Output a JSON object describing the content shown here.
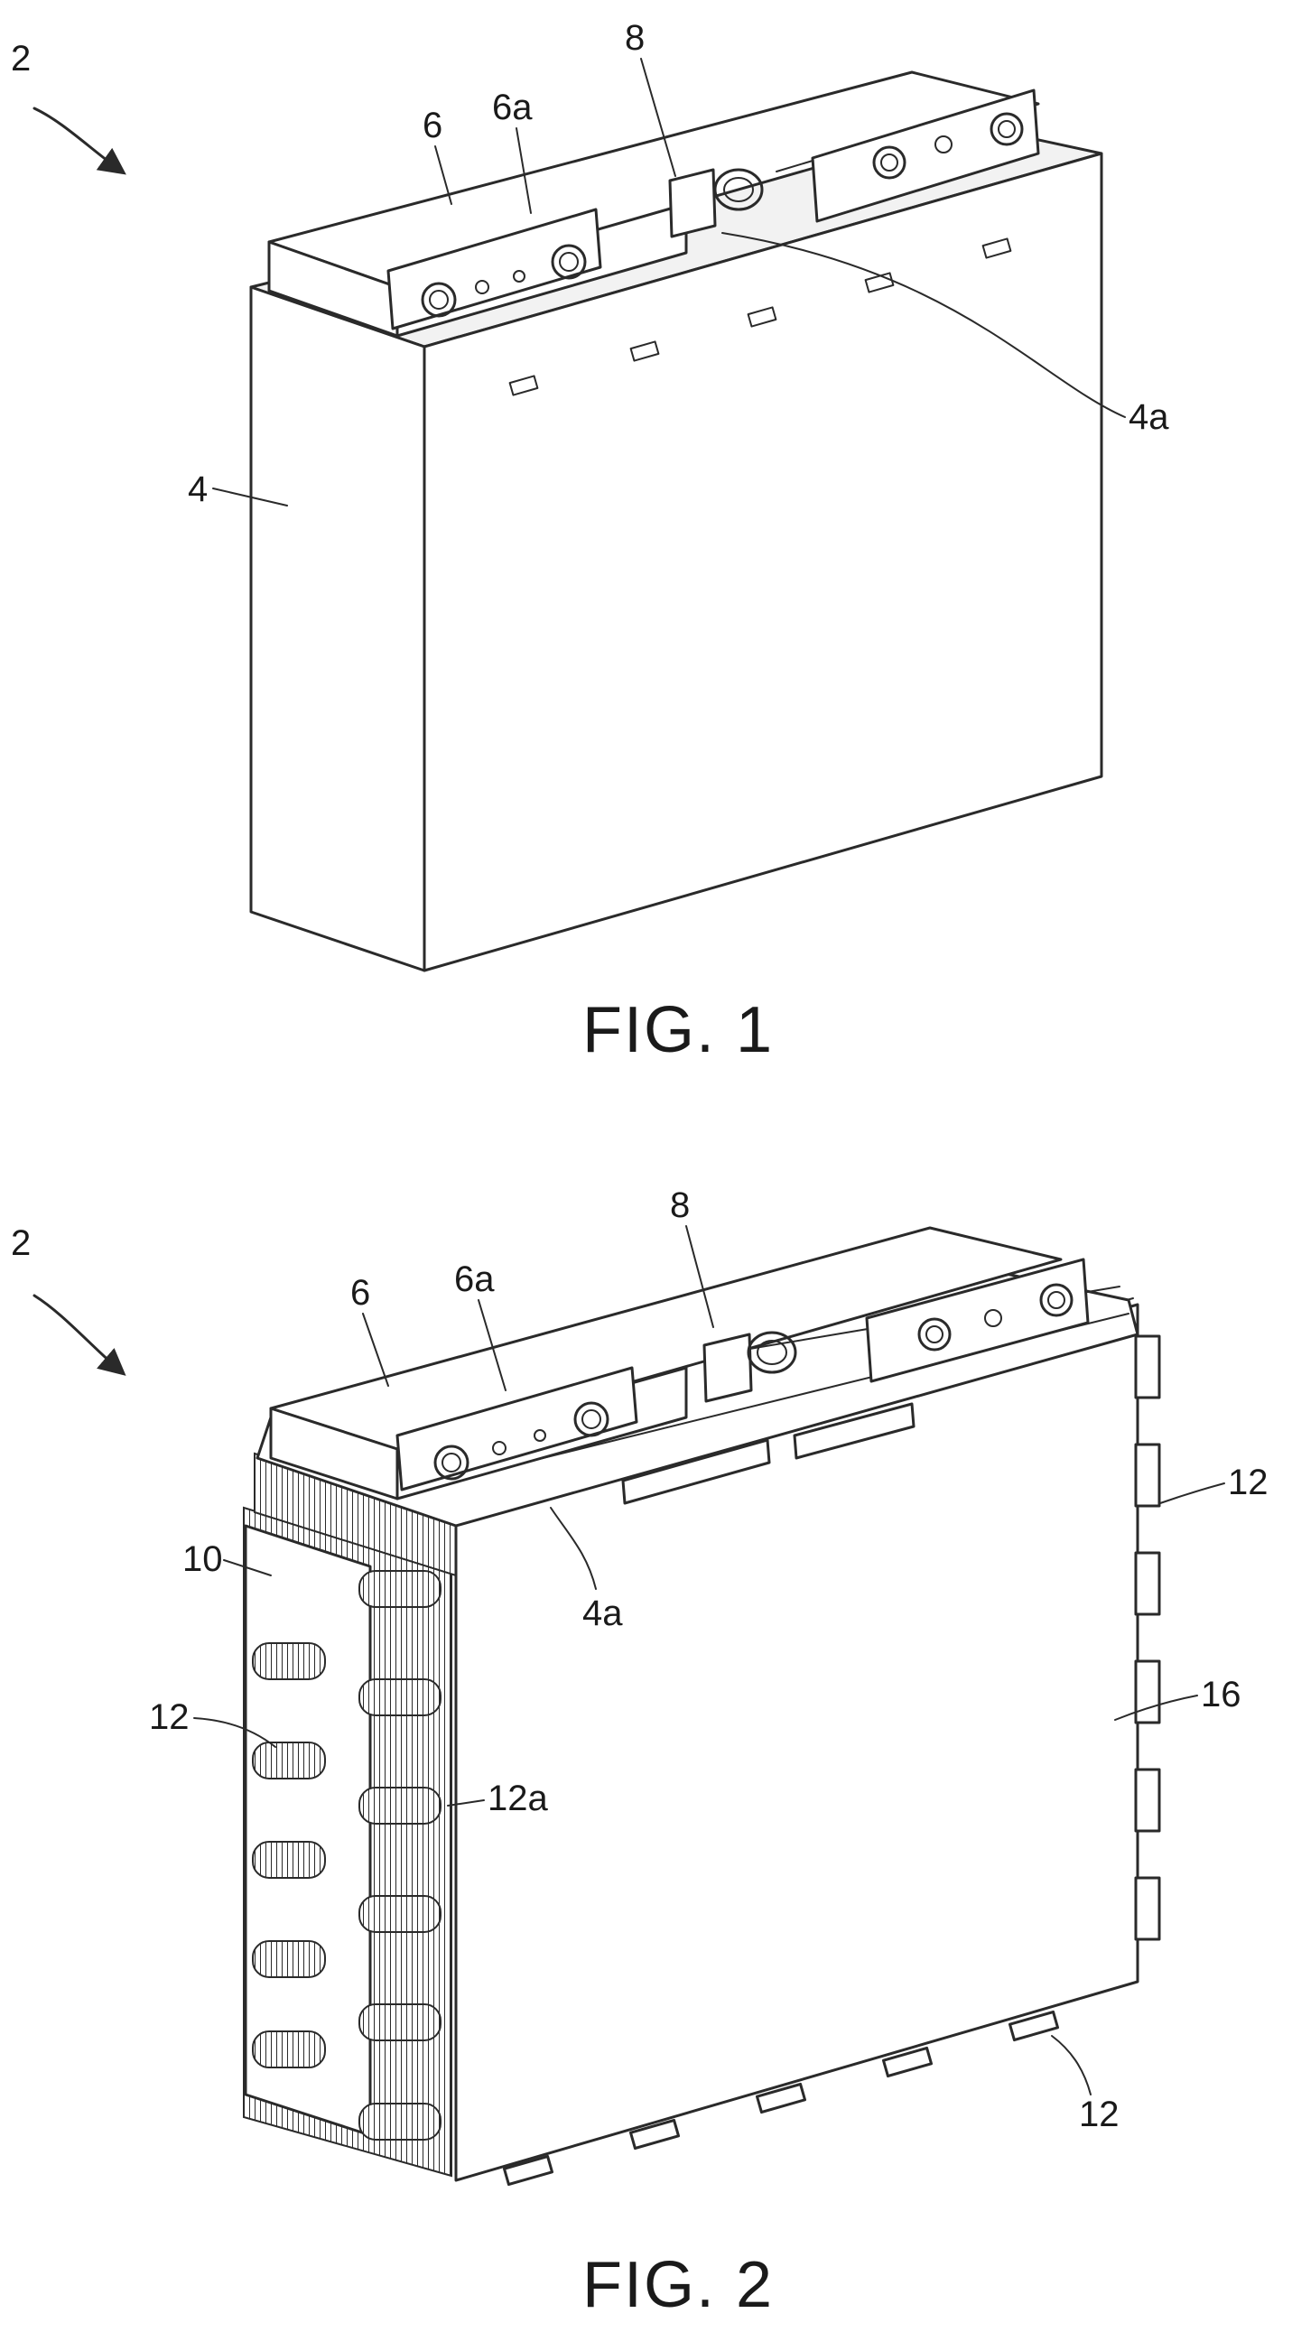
{
  "figures": [
    {
      "caption": "FIG. 1",
      "labels": {
        "assembly": "2",
        "housing": "4",
        "housing_top": "4a",
        "lid": "6",
        "lid_plate": "6a",
        "connector": "8"
      }
    },
    {
      "caption": "FIG. 2",
      "labels": {
        "assembly": "2",
        "lid": "6",
        "lid_plate": "6a",
        "connector": "8",
        "fin_stack": "10",
        "clip_left": "12",
        "clip_slot": "12a",
        "clip_right": "12",
        "clip_bottom": "12",
        "top_edge": "4a",
        "side_plate": "16"
      }
    }
  ]
}
